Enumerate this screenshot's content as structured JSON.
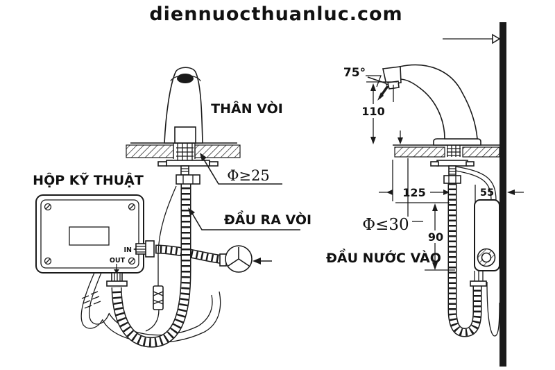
{
  "watermark": {
    "text": "diennuocthuanluc.com",
    "color": "#e3e3e3"
  },
  "front_view": {
    "faucet_body_label": "THÂN VÒI",
    "control_box_label": "HỘP KỸ THUẬT",
    "outlet_label": "ĐẦU RA VÒI",
    "inlet_label": "ĐẦU NƯỚC VÀO",
    "hole_diameter_label": "Φ≥25",
    "in_port_label": "IN",
    "out_port_label": "OUT"
  },
  "side_view": {
    "spout_angle": "75°",
    "spout_height": "110",
    "center_to_front": "125",
    "center_to_wall": "55",
    "hole_diameter_label": "Φ≤30",
    "hose_drop": "90"
  },
  "colors": {
    "line": "#1a1a1a",
    "background": "#ffffff"
  }
}
